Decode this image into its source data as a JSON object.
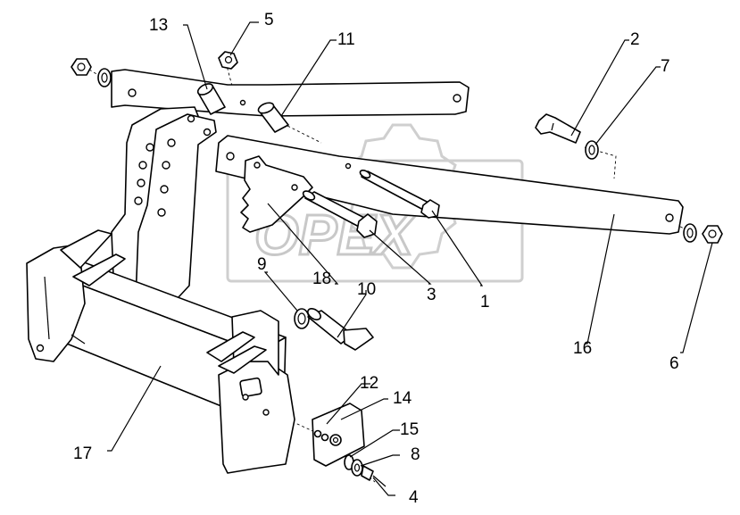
{
  "watermark": {
    "text": "OPEX"
  },
  "callouts": [
    {
      "id": "c1",
      "label": "1"
    },
    {
      "id": "c2",
      "label": "2"
    },
    {
      "id": "c3",
      "label": "3"
    },
    {
      "id": "c4",
      "label": "4"
    },
    {
      "id": "c5",
      "label": "5"
    },
    {
      "id": "c6",
      "label": "6"
    },
    {
      "id": "c7",
      "label": "7"
    },
    {
      "id": "c8",
      "label": "8"
    },
    {
      "id": "c9",
      "label": "9"
    },
    {
      "id": "c10",
      "label": "10"
    },
    {
      "id": "c11",
      "label": "11"
    },
    {
      "id": "c12",
      "label": "12"
    },
    {
      "id": "c13",
      "label": "13"
    },
    {
      "id": "c14",
      "label": "14"
    },
    {
      "id": "c15",
      "label": "15"
    },
    {
      "id": "c16",
      "label": "16"
    },
    {
      "id": "c17",
      "label": "17"
    },
    {
      "id": "c18",
      "label": "18"
    }
  ]
}
